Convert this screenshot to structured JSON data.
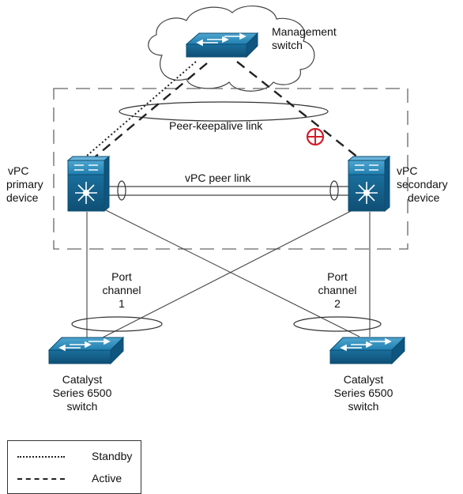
{
  "labels": {
    "management_switch": [
      "Management",
      "switch"
    ],
    "peer_keepalive": "Peer-keepalive link",
    "peer_link": "vPC peer link",
    "primary": [
      "vPC",
      "primary",
      "device"
    ],
    "secondary": [
      "vPC",
      "secondary",
      "device"
    ],
    "port_channel_1": [
      "Port",
      "channel",
      "1"
    ],
    "port_channel_2": [
      "Port",
      "channel",
      "2"
    ],
    "catalyst_left": [
      "Catalyst",
      "Series 6500",
      "switch"
    ],
    "catalyst_right": [
      "Catalyst",
      "Series 6500",
      "switch"
    ]
  },
  "legend": {
    "standby": "Standby",
    "active": "Active"
  },
  "colors": {
    "device_blue": "#1f7fb0",
    "failure_red": "#d21f2a",
    "line": "#333333"
  },
  "icons": [
    "switch-icon",
    "nexus-device-icon",
    "cloud-icon",
    "failure-icon"
  ]
}
